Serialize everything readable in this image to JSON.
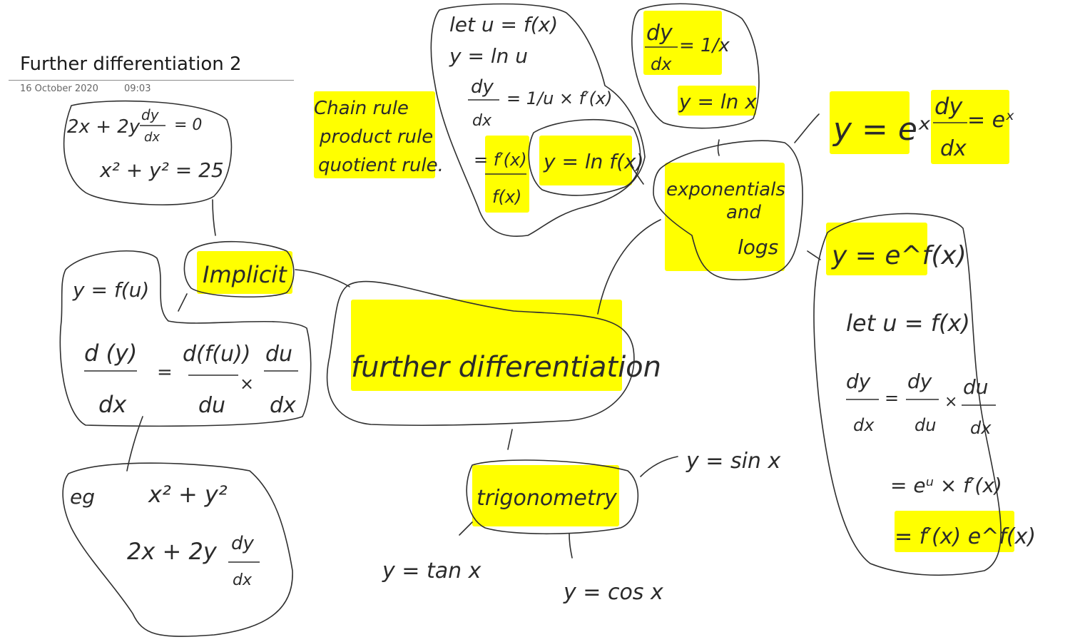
{
  "page": {
    "title": "Further differentiation 2",
    "date": "16 October 2020",
    "time": "09:03"
  },
  "ink": {
    "central": "further differentiation",
    "implicit": {
      "label": "Implicit",
      "top_note": {
        "line1": "2x + 2y",
        "dy": "dy",
        "dx": "dx",
        "eq": "= 0",
        "line2": "x² + y² = 25"
      },
      "chain": {
        "lhs": "y = f(u)",
        "d_num": "d (y)",
        "d_den": "dx",
        "eq": "=",
        "f_num": "d(f(u))",
        "f_den": "du",
        "times": "×",
        "u_num": "du",
        "u_den": "dx"
      },
      "example": {
        "eg": "eg",
        "line1": "x² + y²",
        "line2": "2x + 2y",
        "dy": "dy",
        "dx": "dx"
      }
    },
    "rules": [
      "Chain rule",
      "product rule",
      "quotient rule."
    ],
    "ln_f": {
      "let": "let u = f(x)",
      "y": "y = ln u",
      "dy": "dy",
      "dx": "dx",
      "rhs": "= 1/u × f′(x)",
      "res_num": "= f′(x)",
      "res_den": "f(x)",
      "label": "y = ln f(x)"
    },
    "ln_x": {
      "dy": "dy",
      "dx": "dx",
      "rhs": "= 1/x",
      "label": "y = ln x"
    },
    "exp_logs": [
      "exponentials",
      "and",
      "logs"
    ],
    "exp_x": {
      "y": "y = eˣ",
      "dy": "dy",
      "dx": "dx",
      "rhs": "= eˣ"
    },
    "exp_f": {
      "label": "y = e^f(x)",
      "let": "let u = f(x)",
      "dy": "dy",
      "dx": "dx",
      "eq": "=",
      "dy2": "dy",
      "du": "du",
      "times": "×",
      "du2": "du",
      "dx2": "dx",
      "line3": "= eᵘ × f′(x)",
      "line4": "= f′(x) e^f(x)"
    },
    "trig": {
      "label": "trigonometry",
      "sin": "y = sin x",
      "tan": "y = tan x",
      "cos": "y = cos x"
    }
  }
}
